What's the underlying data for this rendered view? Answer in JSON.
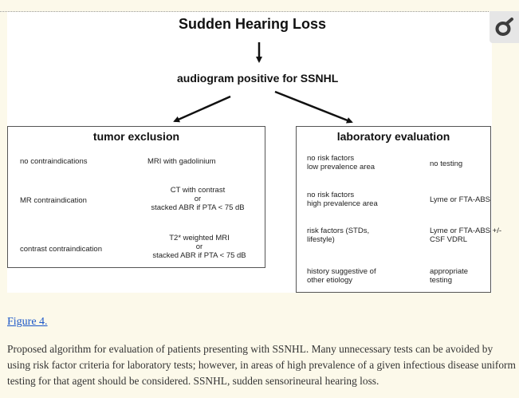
{
  "figure": {
    "title": "Sudden Hearing Loss",
    "step1": "audiogram positive for SSNHL",
    "left_box": {
      "title": "tumor exclusion",
      "rows": [
        {
          "condition": "no contraindications",
          "result": "MRI with gadolinium"
        },
        {
          "condition": "MR contraindication",
          "result_line1": "CT with contrast",
          "result_line2": "or",
          "result_line3": "stacked ABR if PTA < 75 dB"
        },
        {
          "condition": "contrast contraindication",
          "result_line1": "T2* weighted MRI",
          "result_line2": "or",
          "result_line3": "stacked ABR if PTA < 75 dB"
        }
      ]
    },
    "right_box": {
      "title": "laboratory evaluation",
      "rows": [
        {
          "condition_line1": "no risk factors",
          "condition_line2": "low prevalence area",
          "result_line1": "no testing"
        },
        {
          "condition_line1": "no risk factors",
          "condition_line2": "high prevalence area",
          "result_line1": "Lyme or FTA-ABS"
        },
        {
          "condition_line1": "risk factors (STDs,",
          "condition_line2": "lifestyle)",
          "result_line1": "Lyme or FTA-ABS +/-",
          "result_line2": "CSF VDRL"
        },
        {
          "condition_line1": "history suggestive of",
          "condition_line2": "other etiology",
          "result_line1": "appropriate",
          "result_line2": "testing"
        }
      ]
    }
  },
  "figure_link": "Figure 4.",
  "caption": "Proposed algorithm for evaluation of patients presenting with SSNHL. Many unnecessary tests can be avoided by using risk factor criteria for laboratory tests; however, in areas of high prevalence of a given infectious disease uniform testing for that agent should be considered. SSNHL, sudden sensorineural hearing loss.",
  "icons": {
    "extension_badge": "hearing-extension-icon"
  }
}
